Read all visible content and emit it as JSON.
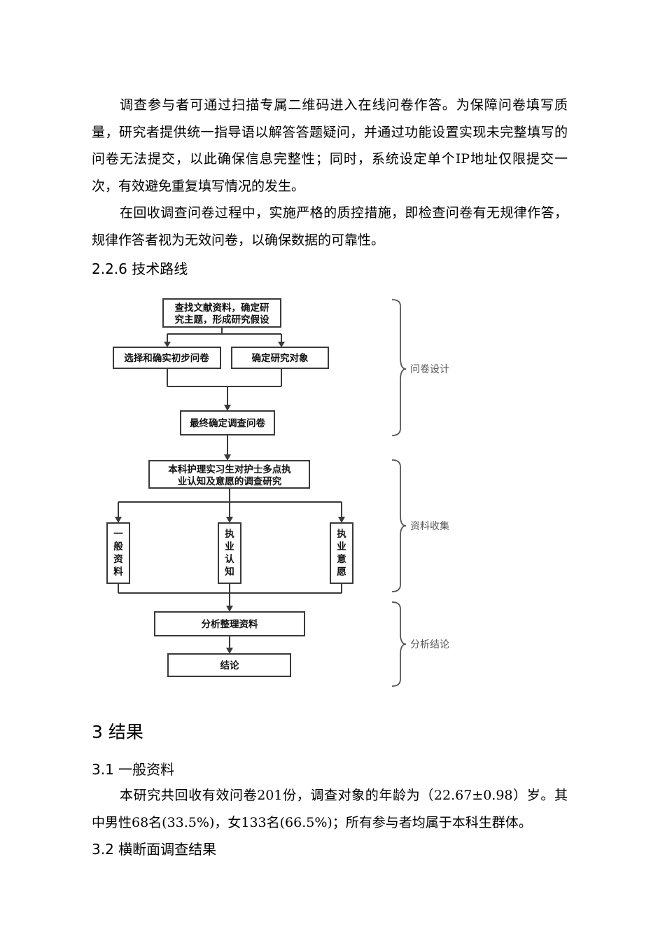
{
  "para1": "调查参与者可通过扫描专属二维码进入在线问卷作答。为保障问卷填写质量，研究者提供统一指导语以解答答题疑问，并通过功能设置实现未完整填写的问卷无法提交，以此确保信息完整性；同时，系统设定单个IP地址仅限提交一次，有效避免重复填写情况的发生。",
  "para2": "在回收调查问卷过程中，实施严格的质控措施，即检查问卷有无规律作答，规律作答者视为无效问卷，以确保数据的可靠性。",
  "heading_226": "2.2.6 技术路线",
  "flowchart": {
    "box1_line1": "查找文献资料，确定研",
    "box1_line2": "究主题，形成研究假设",
    "box2": "选择和确实初步问卷",
    "box3": "确定研究对象",
    "box4": "最终确定调查问卷",
    "box5_line1": "本科护理实习生对护士多点执",
    "box5_line2": "业认知及意愿的调查研究",
    "col1": [
      "一",
      "般",
      "资",
      "料"
    ],
    "col2": [
      "执",
      "业",
      "认",
      "知"
    ],
    "col3": [
      "执",
      "业",
      "意",
      "愿"
    ],
    "box6": "分析整理资料",
    "box7": "结论",
    "stage1": "问卷设计",
    "stage2": "资料收集",
    "stage3": "分析结论"
  },
  "heading_3": "3 结果",
  "heading_31": "3.1 一般资料",
  "para3": "本研究共回收有效问卷201份，调查对象的年龄为（22.67±0.98）岁。其中男性68名(33.5%)，女133名(66.5%)；所有参与者均属于本科生群体。",
  "heading_32": "3.2 横断面调查结果"
}
